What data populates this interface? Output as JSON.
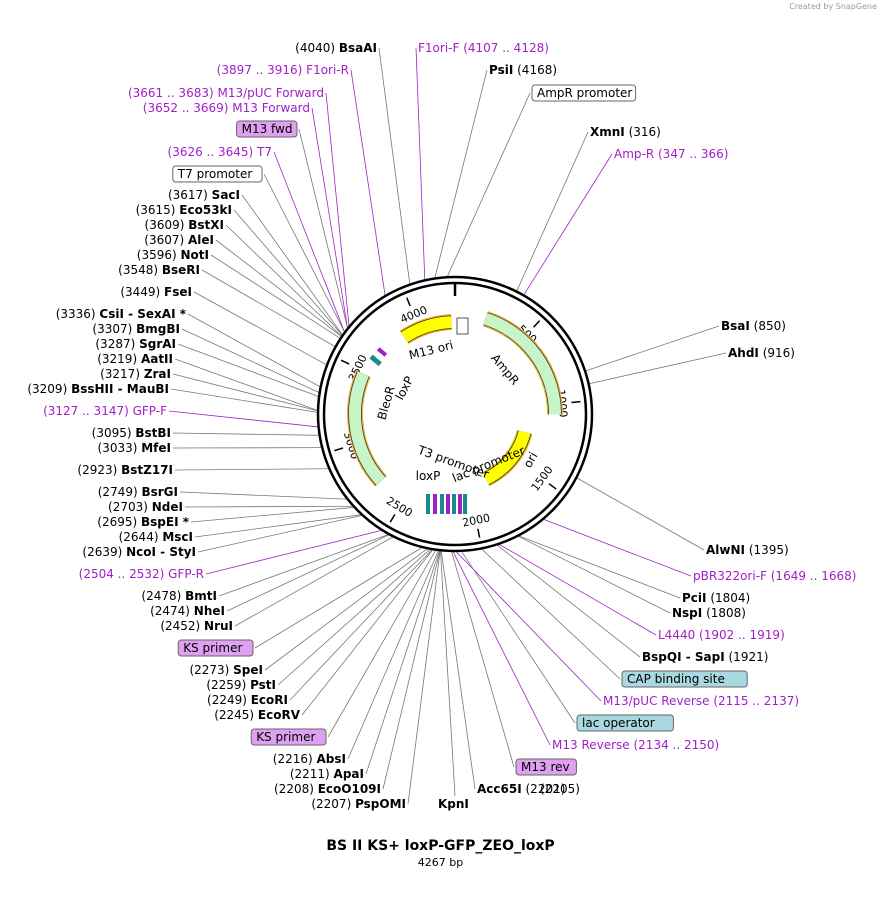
{
  "credit": "Created by SnapGene",
  "plasmid": {
    "name": "BS II KS+ loxP-GFP_ZEO_loxP",
    "length": "4267 bp"
  },
  "colors": {
    "purple": "#a020c8",
    "green_feature": "#c8f5c8",
    "yellow_feature": "#ffff00",
    "orange_halo": "#f0b030",
    "teal_feature": "#1a8a8a",
    "blue_box": "#a8d8e0",
    "pink_box": "#e0a0f0"
  },
  "ticks": [
    "500",
    "1000",
    "1500",
    "2000",
    "2500",
    "3000",
    "3500",
    "4000"
  ],
  "features": [
    "M13 ori",
    "AmpR",
    "ori",
    "lac promoter",
    "T3 promoter",
    "loxP",
    "loxP",
    "BleoR"
  ],
  "labels_top_left": [
    {
      "pos": "(4040)",
      "name": "BsaAI"
    },
    {
      "pos": "(3897 .. 3916)",
      "name": "F1ori-R",
      "purple": true
    },
    {
      "pos": "(3661 .. 3683)",
      "name": "M13/pUC Forward",
      "purple": true
    },
    {
      "pos": "(3652 .. 3669)",
      "name": "M13 Forward",
      "purple": true
    },
    {
      "pos": "",
      "name": "M13 fwd",
      "box": "pink"
    },
    {
      "pos": "(3626 .. 3645)",
      "name": "T7",
      "purple": true
    },
    {
      "pos": "",
      "name": "T7 promoter",
      "box": "white"
    },
    {
      "pos": "(3617)",
      "name": "SacI"
    },
    {
      "pos": "(3615)",
      "name": "Eco53kI"
    },
    {
      "pos": "(3609)",
      "name": "BstXI"
    },
    {
      "pos": "(3607)",
      "name": "AleI"
    },
    {
      "pos": "(3596)",
      "name": "NotI"
    },
    {
      "pos": "(3548)",
      "name": "BseRI"
    },
    {
      "pos": "(3449)",
      "name": "FseI"
    },
    {
      "pos": "(3336)",
      "name": "CsiI  -  SexAI *"
    },
    {
      "pos": "(3307)",
      "name": "BmgBI"
    },
    {
      "pos": "(3287)",
      "name": "SgrAI"
    },
    {
      "pos": "(3219)",
      "name": "AatII"
    },
    {
      "pos": "(3217)",
      "name": "ZraI"
    },
    {
      "pos": "(3209)",
      "name": "BssHII  -  MauBI"
    },
    {
      "pos": "(3127 .. 3147)",
      "name": "GFP-F",
      "purple": true
    },
    {
      "pos": "(3095)",
      "name": "BstBI"
    },
    {
      "pos": "(3033)",
      "name": "MfeI"
    },
    {
      "pos": "(2923)",
      "name": "BstZ17I"
    },
    {
      "pos": "(2749)",
      "name": "BsrGI"
    },
    {
      "pos": "(2703)",
      "name": "NdeI"
    },
    {
      "pos": "(2695)",
      "name": "BspEI *"
    },
    {
      "pos": "(2644)",
      "name": "MscI"
    },
    {
      "pos": "(2639)",
      "name": "NcoI  -  StyI"
    },
    {
      "pos": "(2504 .. 2532)",
      "name": "GFP-R",
      "purple": true
    },
    {
      "pos": "(2478)",
      "name": "BmtI"
    },
    {
      "pos": "(2474)",
      "name": "NheI"
    },
    {
      "pos": "(2452)",
      "name": "NruI"
    },
    {
      "pos": "",
      "name": "KS primer",
      "box": "pink"
    },
    {
      "pos": "(2273)",
      "name": "SpeI"
    },
    {
      "pos": "(2259)",
      "name": "PstI"
    },
    {
      "pos": "(2249)",
      "name": "EcoRI"
    },
    {
      "pos": "(2245)",
      "name": "EcoRV"
    },
    {
      "pos": "",
      "name": "KS primer",
      "box": "pink"
    },
    {
      "pos": "(2216)",
      "name": "AbsI"
    },
    {
      "pos": "(2211)",
      "name": "ApaI"
    },
    {
      "pos": "(2208)",
      "name": "EcoO109I"
    },
    {
      "pos": "(2207)",
      "name": "PspOMI"
    },
    {
      "pos": "",
      "name": "KpnI"
    }
  ],
  "labels_right": [
    {
      "pos": "(4107 .. 4128)",
      "name": "F1ori-F",
      "purple": true
    },
    {
      "pos": "(4168)",
      "name": "PsiI"
    },
    {
      "pos": "",
      "name": "AmpR promoter",
      "box": "white"
    },
    {
      "pos": "(316)",
      "name": "XmnI"
    },
    {
      "pos": "(347 .. 366)",
      "name": "Amp-R",
      "purple": true
    },
    {
      "pos": "(850)",
      "name": "BsaI"
    },
    {
      "pos": "(916)",
      "name": "AhdI"
    },
    {
      "pos": "(1395)",
      "name": "AlwNI"
    },
    {
      "pos": "(1649 .. 1668)",
      "name": "pBR322ori-F",
      "purple": true
    },
    {
      "pos": "(1804)",
      "name": "PciI"
    },
    {
      "pos": "(1808)",
      "name": "NspI"
    },
    {
      "pos": "(1902 .. 1919)",
      "name": "L4440",
      "purple": true
    },
    {
      "pos": "(1921)",
      "name": "BspQI  -  SapI"
    },
    {
      "pos": "",
      "name": "CAP binding site",
      "box": "blue"
    },
    {
      "pos": "(2115 .. 2137)",
      "name": "M13/pUC Reverse",
      "purple": true
    },
    {
      "pos": "",
      "name": "lac operator",
      "box": "blue"
    },
    {
      "pos": "(2134 .. 2150)",
      "name": "M13 Reverse",
      "purple": true
    },
    {
      "pos": "",
      "name": "M13 rev",
      "box": "pink"
    },
    {
      "pos": "(2201)",
      "name": "Acc65I"
    },
    {
      "pos": "(2205)",
      "name": ""
    }
  ]
}
